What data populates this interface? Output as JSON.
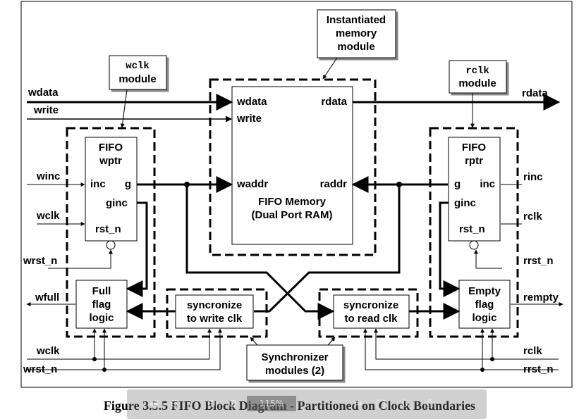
{
  "diagram": {
    "instantiated_label": [
      "Instantiated",
      "memory",
      "module"
    ],
    "wclk_module": {
      "code": "wclk",
      "word": "module"
    },
    "rclk_module": {
      "code": "rclk",
      "word": "module"
    },
    "fifo_memory": {
      "wdata": "wdata",
      "write": "write",
      "rdata": "rdata",
      "waddr": "waddr",
      "raddr": "raddr",
      "title": "FIFO Memory",
      "subtitle": "(Dual Port RAM)"
    },
    "wptr_block": {
      "line1": "FIFO",
      "line2": "wptr",
      "inc": "inc",
      "g": "g",
      "ginc": "ginc",
      "rst": "rst_n"
    },
    "rptr_block": {
      "line1": "FIFO",
      "line2": "rptr",
      "inc": "inc",
      "g": "g",
      "ginc": "ginc",
      "rst": "rst_n"
    },
    "full_logic": [
      "Full",
      "flag",
      "logic"
    ],
    "empty_logic": [
      "Empty",
      "flag",
      "logic"
    ],
    "sync_write": [
      "syncronize",
      "to write clk"
    ],
    "sync_read": [
      "syncronize",
      "to read clk"
    ],
    "sync_modules": [
      "Synchronizer",
      "modules (2)"
    ],
    "signals": {
      "wdata": "wdata",
      "write": "write",
      "winc": "winc",
      "wclk": "wclk",
      "wrst_n": "wrst_n",
      "wfull": "wfull",
      "wclk_bottom": "wclk",
      "wrst_n_bottom": "wrst_n",
      "rdata": "rdata",
      "rinc": "rinc",
      "rclk": "rclk",
      "rrst_n": "rrst_n",
      "rempty": "rempty",
      "rclk_bottom": "rclk",
      "rrst_n_bottom": "rrst_n"
    }
  },
  "caption": "Figure 3.5.5 FIFO Block Diagram - Partitioned on Clock Boundaries",
  "toolbar": {
    "zoom": "115%",
    "icons": [
      "back-icon",
      "zoom-out-icon",
      "zoom-in-icon",
      "zoom-level-select",
      "fit-icon",
      "page-icon",
      "download-icon",
      "print-icon"
    ]
  }
}
